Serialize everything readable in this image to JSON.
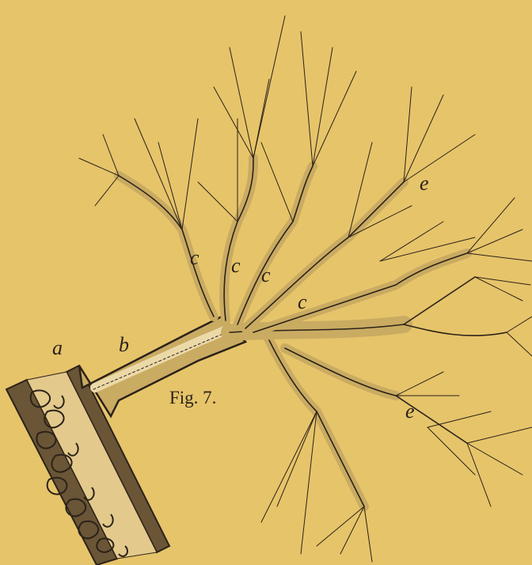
{
  "figure": {
    "caption": "Fig. 7.",
    "labels": {
      "a": "a",
      "b": "b",
      "c": "c",
      "e": "e"
    }
  },
  "colors": {
    "paper": "#e6c46a",
    "ink": "#2b2218",
    "vessel": "#c9ab62",
    "tube_fill": "#ecd9a8"
  }
}
